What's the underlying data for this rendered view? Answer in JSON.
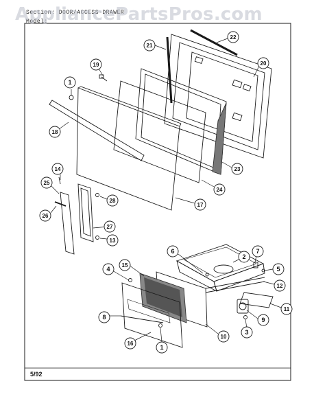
{
  "header": {
    "section_label": "Section:",
    "section_name": "DOOR/ACCESS-DRAWER",
    "model_label": "Model:"
  },
  "watermark": "AppliancePartsPros.com",
  "footer": {
    "date_code": "5/92"
  },
  "colors": {
    "ink": "#1a1a1a",
    "hatch": "#444444",
    "watermark": "#b9bec8"
  },
  "callouts": [
    {
      "id": "c22",
      "label": "22"
    },
    {
      "id": "c21",
      "label": "21"
    },
    {
      "id": "c20",
      "label": "20"
    },
    {
      "id": "c19",
      "label": "19"
    },
    {
      "id": "c1a",
      "label": "1"
    },
    {
      "id": "c18",
      "label": "18"
    },
    {
      "id": "c23",
      "label": "23"
    },
    {
      "id": "c24",
      "label": "24"
    },
    {
      "id": "c17",
      "label": "17"
    },
    {
      "id": "c14",
      "label": "14"
    },
    {
      "id": "c25",
      "label": "25"
    },
    {
      "id": "c28",
      "label": "28"
    },
    {
      "id": "c26",
      "label": "26"
    },
    {
      "id": "c27",
      "label": "27"
    },
    {
      "id": "c13",
      "label": "13"
    },
    {
      "id": "c6",
      "label": "6"
    },
    {
      "id": "c2",
      "label": "2"
    },
    {
      "id": "c7",
      "label": "7"
    },
    {
      "id": "c5",
      "label": "5"
    },
    {
      "id": "c4",
      "label": "4"
    },
    {
      "id": "c15",
      "label": "15"
    },
    {
      "id": "c12",
      "label": "12"
    },
    {
      "id": "c11",
      "label": "11"
    },
    {
      "id": "c9",
      "label": "9"
    },
    {
      "id": "c8",
      "label": "8"
    },
    {
      "id": "c3",
      "label": "3"
    },
    {
      "id": "c10",
      "label": "10"
    },
    {
      "id": "c16",
      "label": "16"
    },
    {
      "id": "c1b",
      "label": "1"
    }
  ]
}
